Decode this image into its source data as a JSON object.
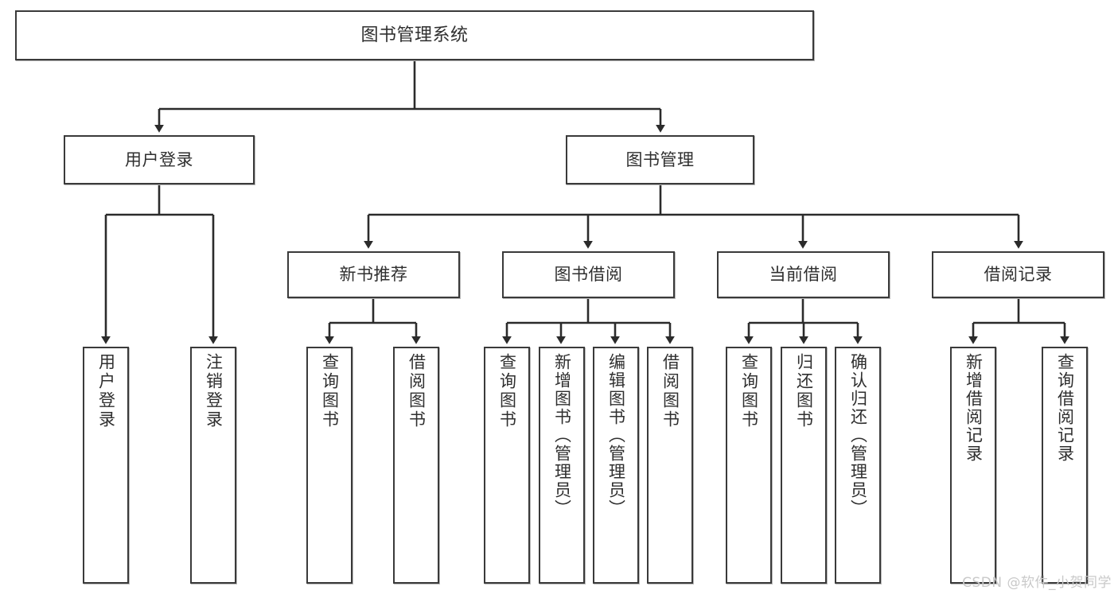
{
  "diagram": {
    "title": "图书管理系统",
    "type": "hierarchy-tree",
    "colors": {
      "box_border": "#3a3a3a",
      "box_fill": "#ffffff",
      "connector": "#2b2b2b",
      "text": "#2f2f2f",
      "watermark": "#c9c9c9",
      "background": "#ffffff"
    },
    "watermark": "CSDN @软件_小贺同学",
    "levels": [
      {
        "level": 1,
        "nodes": [
          {
            "id": "root",
            "label": "图书管理系统",
            "orientation": "horizontal"
          }
        ]
      },
      {
        "level": 2,
        "nodes": [
          {
            "id": "user-login",
            "label": "用户登录",
            "orientation": "horizontal",
            "parent": "root"
          },
          {
            "id": "book-manage",
            "label": "图书管理",
            "orientation": "horizontal",
            "parent": "root"
          }
        ]
      },
      {
        "level": 3,
        "nodes": [
          {
            "id": "new-book-rec",
            "label": "新书推荐",
            "orientation": "horizontal",
            "parent": "book-manage"
          },
          {
            "id": "book-borrow",
            "label": "图书借阅",
            "orientation": "horizontal",
            "parent": "book-manage"
          },
          {
            "id": "current-borrow",
            "label": "当前借阅",
            "orientation": "horizontal",
            "parent": "book-manage"
          },
          {
            "id": "borrow-record",
            "label": "借阅记录",
            "orientation": "horizontal",
            "parent": "book-manage"
          }
        ]
      },
      {
        "level": 4,
        "nodes": [
          {
            "id": "leaf-user-login",
            "label": "用户登录",
            "orientation": "vertical",
            "parent": "user-login"
          },
          {
            "id": "leaf-logout",
            "label": "注销登录",
            "orientation": "vertical",
            "parent": "user-login"
          },
          {
            "id": "leaf-query-book-1",
            "label": "查询图书",
            "orientation": "vertical",
            "parent": "new-book-rec"
          },
          {
            "id": "leaf-borrow-book-1",
            "label": "借阅图书",
            "orientation": "vertical",
            "parent": "new-book-rec"
          },
          {
            "id": "leaf-query-book-2",
            "label": "查询图书",
            "orientation": "vertical",
            "parent": "book-borrow"
          },
          {
            "id": "leaf-add-book",
            "label": "新增图书（管理员）",
            "orientation": "vertical",
            "parent": "book-borrow"
          },
          {
            "id": "leaf-edit-book",
            "label": "编辑图书（管理员）",
            "orientation": "vertical",
            "parent": "book-borrow"
          },
          {
            "id": "leaf-borrow-book-2",
            "label": "借阅图书",
            "orientation": "vertical",
            "parent": "book-borrow"
          },
          {
            "id": "leaf-query-book-3",
            "label": "查询图书",
            "orientation": "vertical",
            "parent": "current-borrow"
          },
          {
            "id": "leaf-return-book",
            "label": "归还图书",
            "orientation": "vertical",
            "parent": "current-borrow"
          },
          {
            "id": "leaf-confirm-return",
            "label": "确认归还（管理员）",
            "orientation": "vertical",
            "parent": "current-borrow"
          },
          {
            "id": "leaf-add-record",
            "label": "新增借阅记录",
            "orientation": "vertical",
            "parent": "borrow-record"
          },
          {
            "id": "leaf-query-record",
            "label": "查询借阅记录",
            "orientation": "vertical",
            "parent": "borrow-record"
          }
        ]
      }
    ]
  }
}
